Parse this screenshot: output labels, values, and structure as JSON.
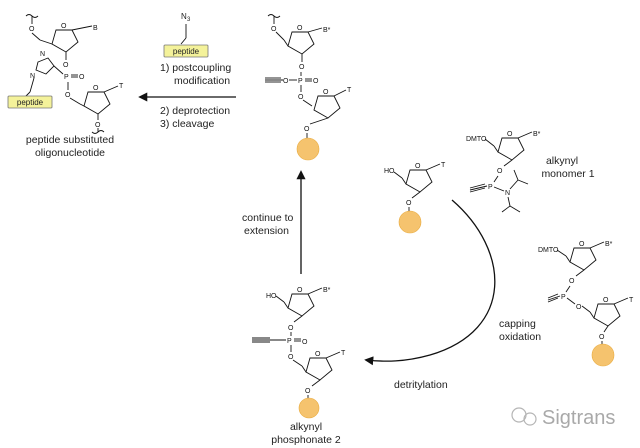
{
  "top_left": {
    "label_line1": "peptide substituted",
    "label_line2": "oligonucleotide",
    "peptide_tag": "peptide",
    "atoms": {
      "O": "O",
      "P": "P",
      "O2": "O",
      "B": "B",
      "T": "T",
      "N3": "N"
    }
  },
  "top_reagent": {
    "azide": "N",
    "azide_sub": "3",
    "peptide_tag": "peptide"
  },
  "steps_top": {
    "step1_line1": "1) postcoupling",
    "step1_line2": "modification",
    "step2": "2) deprotection",
    "step3": "3) cleavage"
  },
  "right_column": {
    "continue_line1": "continue to",
    "continue_line2": "extension"
  },
  "monomer": {
    "label_line1": "alkynyl",
    "label_line2": "monomer 1",
    "dmto": "DMTO",
    "b": "B*",
    "n": "N"
  },
  "cycle": {
    "capping_line1": "capping",
    "capping_line2": "oxidation",
    "detritylation": "detritylation"
  },
  "phosphonate": {
    "label_line1": "alkynyl",
    "label_line2": "phosphonate 2"
  },
  "ho": "HO",
  "watermark": "Sigtrans",
  "colors": {
    "bead": "#f5c36e",
    "tag": "#f4f29a"
  }
}
